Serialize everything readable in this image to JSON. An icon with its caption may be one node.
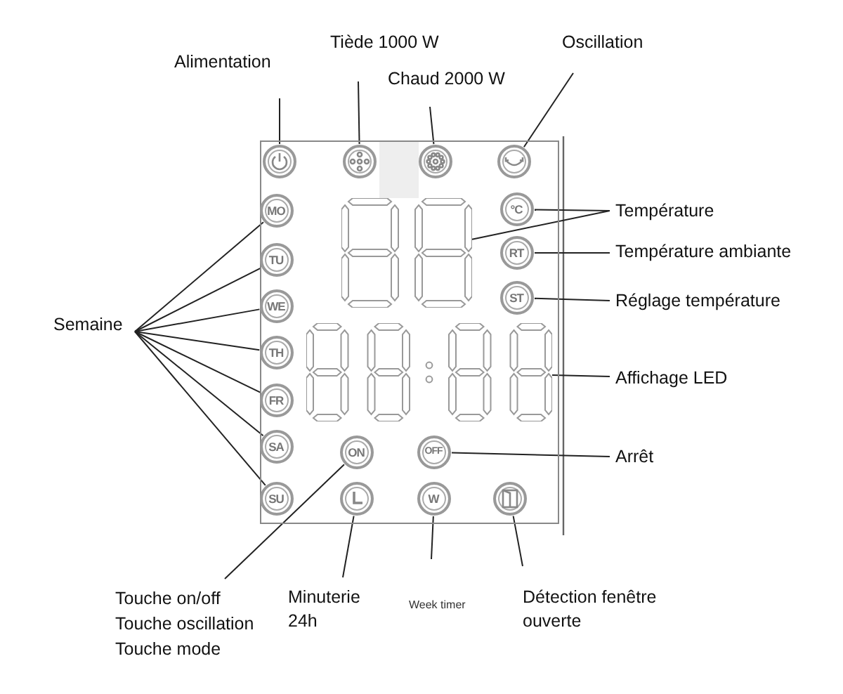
{
  "diagram": {
    "nodes": [
      {
        "text": [],
        "shape": "box"
      },
      {
        "text": [],
        "shape": "circle",
        "in": 0
      },
      {
        "text": [],
        "shape": "circle",
        "in": 0
      },
      {
        "text": [],
        "shape": "circle",
        "in": 0
      },
      {
        "text": [],
        "shape": "circle",
        "in": 0
      },
      {
        "text": [
          "°C"
        ],
        "in": 0
      },
      {
        "text": [
          "RT"
        ],
        "in": 0
      },
      {
        "text": [
          "ST"
        ],
        "in": 0
      },
      {
        "text": [
          "MO"
        ],
        "in": 0
      },
      {
        "text": [
          "TU"
        ],
        "in": 0
      },
      {
        "text": [
          "WE"
        ],
        "in": 0
      },
      {
        "text": [
          "TH"
        ],
        "in": 0
      },
      {
        "text": [
          "FR"
        ],
        "in": 0
      },
      {
        "text": [
          "SA"
        ],
        "in": 0
      },
      {
        "text": [
          "SU"
        ],
        "in": 0
      },
      {
        "text": [
          "ON"
        ],
        "in": 0
      },
      {
        "text": [
          "OFF"
        ],
        "in": 0
      },
      {
        "text": [],
        "shape": "circle",
        "in": 0
      },
      {
        "text": [
          "W"
        ],
        "in": 0
      },
      {
        "text": [],
        "shape": "circle",
        "in": 0
      },
      {
        "text": [],
        "shape": "display",
        "in": 0
      },
      {
        "text": [],
        "shape": "display",
        "in": 0
      },
      {
        "text": [
          "Alimentation"
        ]
      },
      {
        "text": [
          "Tiède 1000 W"
        ]
      },
      {
        "text": [
          "Chaud 2000 W"
        ]
      },
      {
        "text": [
          "Oscillation"
        ]
      },
      {
        "text": [
          "Température"
        ]
      },
      {
        "text": [
          "Température ambiante"
        ]
      },
      {
        "text": [
          "Réglage température"
        ]
      },
      {
        "text": [
          "Affichage LED"
        ]
      },
      {
        "text": [
          "Arrêt"
        ]
      },
      {
        "text": [
          "Semaine"
        ]
      },
      {
        "text": [
          "Touche on/off",
          "Touche oscillation",
          "Touche mode"
        ]
      },
      {
        "text": [
          "Minuterie 24h"
        ]
      },
      {
        "text": [
          "Week timer"
        ]
      },
      {
        "text": [
          "Détection fenêtre ouverte"
        ]
      }
    ],
    "edges": [
      {
        "from": 22,
        "to": 1,
        "arrow": "none"
      },
      {
        "from": 23,
        "to": 2,
        "arrow": "none"
      },
      {
        "from": 24,
        "to": 3,
        "arrow": "none"
      },
      {
        "from": 25,
        "to": 4,
        "arrow": "none"
      },
      {
        "from": 26,
        "to": 5,
        "arrow": "none"
      },
      {
        "from": 26,
        "to": 20,
        "arrow": "none"
      },
      {
        "from": 27,
        "to": 6,
        "arrow": "none"
      },
      {
        "from": 28,
        "to": 7,
        "arrow": "none"
      },
      {
        "from": 29,
        "to": 21,
        "arrow": "none"
      },
      {
        "from": 30,
        "to": 16,
        "arrow": "none"
      },
      {
        "from": 31,
        "to": 8,
        "arrow": "none"
      },
      {
        "from": 31,
        "to": 9,
        "arrow": "none"
      },
      {
        "from": 31,
        "to": 10,
        "arrow": "none"
      },
      {
        "from": 31,
        "to": 11,
        "arrow": "none"
      },
      {
        "from": 31,
        "to": 12,
        "arrow": "none"
      },
      {
        "from": 31,
        "to": 13,
        "arrow": "none"
      },
      {
        "from": 31,
        "to": 14,
        "arrow": "none"
      },
      {
        "from": 32,
        "to": 15,
        "arrow": "none"
      },
      {
        "from": 33,
        "to": 17,
        "arrow": "none"
      },
      {
        "from": 34,
        "to": 18,
        "arrow": "none"
      },
      {
        "from": 35,
        "to": 19,
        "arrow": "none"
      }
    ]
  }
}
